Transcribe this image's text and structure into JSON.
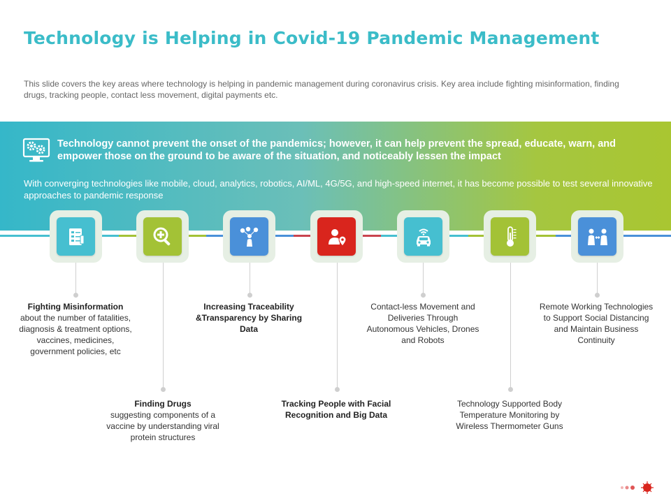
{
  "slide": {
    "title": "Technology is Helping in Covid-19 Pandemic Management",
    "description": "This slide covers the key areas where technology is helping in pandemic management during coronavirus crisis. Key area include fighting misinformation, finding drugs, tracking people, contact less movement, digital payments etc."
  },
  "banner": {
    "icon": "gears-monitor-icon",
    "headline": "Technology cannot prevent the onset of the pandemics; however, it can help prevent the spread, educate, warn, and empower those on the ground to be aware of the situation, and noticeably lessen the impact",
    "subtext": "With converging technologies like mobile, cloud, analytics, robotics, AI/ML, 4G/5G, and high-speed internet, it has become possible to test several innovative approaches to pandemic response"
  },
  "steps": [
    {
      "icon": "document-checklist-icon",
      "color": "#46bfd0",
      "bold": "Fighting Misinformation",
      "text": "about the number of fatalities, diagnosis & treatment options, vaccines, medicines, government  policies, etc"
    },
    {
      "icon": "magnifier-medical-icon",
      "color": "#a3c236",
      "bold": "Finding Drugs",
      "text": "suggesting components of a vaccine by understanding viral protein structures"
    },
    {
      "icon": "person-network-icon",
      "color": "#4a90d9",
      "bold": "Increasing Traceability &Transparency by Sharing Data",
      "text": ""
    },
    {
      "icon": "person-location-icon",
      "color": "#d9251d",
      "bold": "Tracking People with Facial Recognition and Big Data",
      "text": ""
    },
    {
      "icon": "autonomous-car-icon",
      "color": "#46bfd0",
      "bold": "",
      "text": "Contact-less Movement and Deliveries  Through Autonomous Vehicles, Drones and Robots"
    },
    {
      "icon": "thermometer-icon",
      "color": "#a3c236",
      "bold": "",
      "text": "Technology Supported Body Temperature Monitoring  by Wireless Thermometer  Guns"
    },
    {
      "icon": "people-distancing-icon",
      "color": "#4a90d9",
      "bold": "",
      "text": "Remote Working Technologies to Support Social Distancing and Maintain Business Continuity"
    }
  ]
}
